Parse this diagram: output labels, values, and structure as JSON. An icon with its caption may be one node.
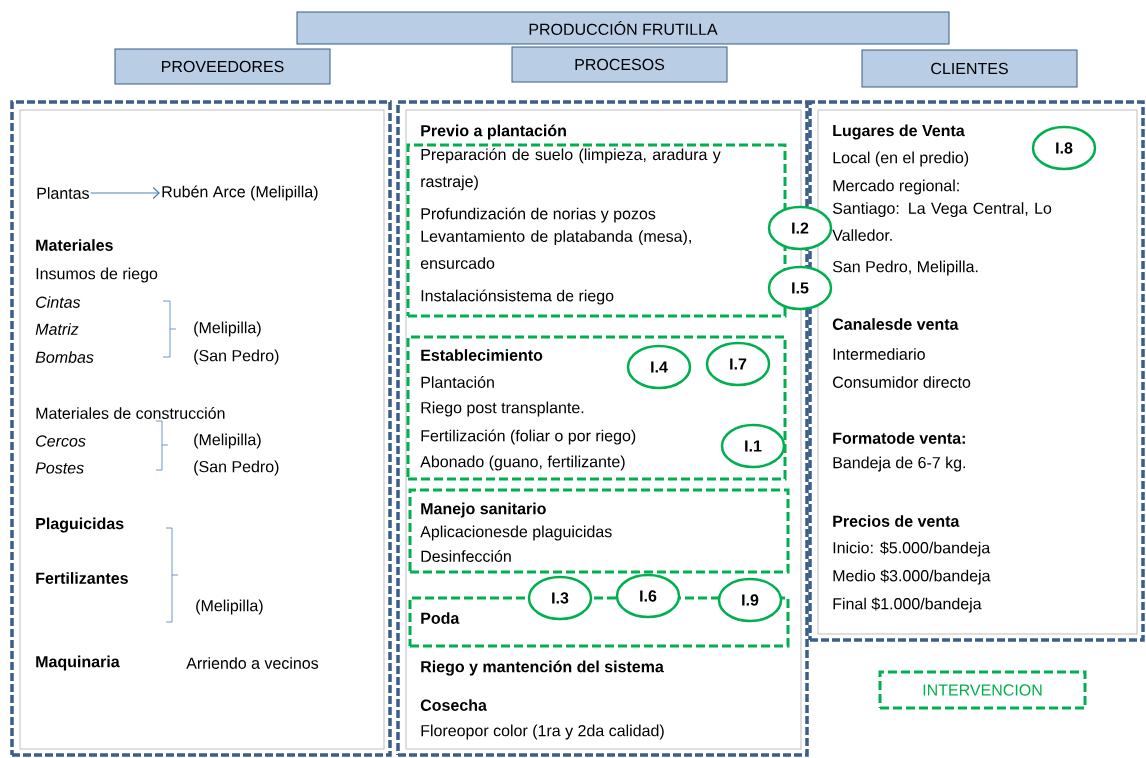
{
  "diagram": {
    "nodes": [
      {
        "text": [
          "PRODUCCIÓN FRUTILLA"
        ]
      },
      {
        "text": [
          "PROVEEDORES"
        ]
      },
      {
        "text": [
          "PROCESOS"
        ]
      },
      {
        "text": [
          "CLIENTES"
        ]
      },
      {
        "text": [
          "Materiales",
          "Insumos de riego",
          "Cintas",
          "Matriz",
          "Bombas",
          "(Melipilla)",
          "(San Pedro)",
          "Materiales de construcción",
          "Cercos",
          "Postes",
          "(Melipilla)",
          "(San Pedro)",
          "Plaguicidas",
          "Fertilizantes",
          "(Melipilla)",
          "Maquinaria",
          "Arriendo a vecinos"
        ]
      },
      {
        "text": [
          "Plantas"
        ],
        "in": 4
      },
      {
        "text": [
          "Rubén Arce (Melipilla)"
        ],
        "in": 4
      },
      {
        "text": [
          "Riego y mantención del sistema",
          "Cosecha",
          "Floreopor color (1ra y 2da calidad)"
        ]
      },
      {
        "text": [
          "Previo a plantación",
          "Preparación de suelo (limpieza, aradura y rastraje)",
          "Profundización de norias y pozos",
          "Levantamiento de platabanda (mesa), ensurcado",
          "Instalaciónsistema de riego"
        ],
        "in": 7
      },
      {
        "text": [
          "I.2"
        ]
      },
      {
        "text": [
          "I.5"
        ]
      },
      {
        "text": [
          "Establecimiento",
          "Plantación",
          "Riego post transplante.",
          "Fertilización (foliar o por riego)",
          "Abonado (guano, fertilizante)"
        ],
        "in": 7
      },
      {
        "text": [
          "I.4"
        ],
        "in": 11
      },
      {
        "text": [
          "I.7"
        ],
        "in": 11
      },
      {
        "text": [
          "I.1"
        ],
        "in": 11
      },
      {
        "text": [
          "Manejo sanitario",
          "Aplicacionesde plaguicidas",
          "Desinfección"
        ],
        "in": 7
      },
      {
        "text": [
          "Poda"
        ],
        "in": 7
      },
      {
        "text": [
          "I.3"
        ],
        "in": 7
      },
      {
        "text": [
          "I.6"
        ],
        "in": 7
      },
      {
        "text": [
          "I.9"
        ],
        "in": 7
      },
      {
        "text": [
          "Lugares de Venta",
          "Local (en  el predio)",
          "Mercado regional:",
          "Santiago: La Vega Central, Lo Valledor.",
          "San Pedro, Melipilla.",
          "Canalesde venta",
          "Intermediario",
          "Consumidor directo",
          "Formatode venta:",
          "Bandeja de 6-7 kg.",
          "Precios de venta",
          "Inicio: $5.000/bandeja",
          "Medio  $3.000/bandeja",
          "Final $1.000/bandeja"
        ]
      },
      {
        "text": [
          "I.8"
        ],
        "in": 20
      },
      {
        "text": [
          "INTERVENCION"
        ]
      }
    ],
    "edges": [
      {
        "from": 5,
        "to": 6,
        "arrow": "to"
      }
    ]
  }
}
